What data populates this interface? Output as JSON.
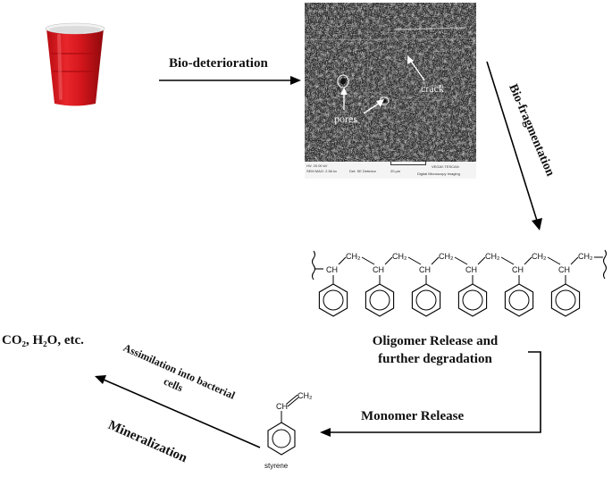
{
  "steps": {
    "bio_deterioration": "Bio-deterioration",
    "bio_fragmentation": "Bio-fragmentation",
    "oligomer_line1": "Oligomer Release and",
    "oligomer_line2": "further degradation",
    "monomer_release": "Monomer Release",
    "assimilation_line1": "Assimilation into bacterial",
    "assimilation_line2": "cells",
    "mineralization": "Mineralization"
  },
  "products": {
    "text": "CO₂, H₂O, etc."
  },
  "sem": {
    "pores_label": "pores",
    "crack_label": "crack",
    "footer": {
      "hv": "HV: 20.00 kV",
      "mag": "SEM MAG: 2.56 kx",
      "det": "Det: SE Detector",
      "scale": "20 µm",
      "brand": "VEGA\\\\ TESCAN",
      "dmi": "Digital Microscopy Imaging"
    }
  },
  "polymer": {
    "ch": "CH",
    "ch2": "CH₂"
  },
  "styrene": {
    "ch": "CH",
    "ch2": "CH₂",
    "name": "styrene"
  },
  "colors": {
    "cup_red": "#d4161c",
    "cup_rim": "#eeeeee",
    "sem_bg": "#2a2a2a"
  }
}
